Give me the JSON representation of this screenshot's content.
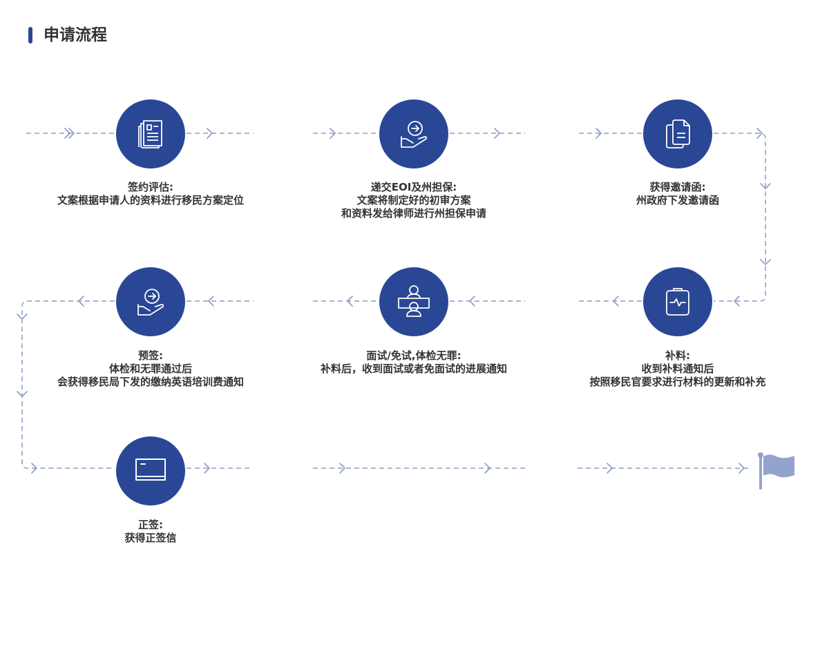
{
  "title": "申请流程",
  "colors": {
    "accent": "#2a4795",
    "line": "#8b9cc3",
    "flag": "#93a4cc",
    "text": "#333333"
  },
  "steps": [
    {
      "id": "sign",
      "icon": "document-icon",
      "title": "签约评估:",
      "lines": [
        "文案根据申请人的资料进行移民方案定位"
      ]
    },
    {
      "id": "eoi",
      "icon": "hand-arrow-icon",
      "title": "递交EOI及州担保:",
      "lines": [
        "文案将制定好的初审方案",
        "和资料发给律师进行州担保申请"
      ]
    },
    {
      "id": "invite",
      "icon": "copy-document-icon",
      "title": "获得邀请函:",
      "lines": [
        "州政府下发邀请函"
      ]
    },
    {
      "id": "supplement",
      "icon": "clipboard-pulse-icon",
      "title": "补料:",
      "lines": [
        "收到补料通知后",
        "按照移民官要求进行材料的更新和补充"
      ]
    },
    {
      "id": "interview",
      "icon": "interview-icon",
      "title": "面试/免试,体检无罪:",
      "lines": [
        "补料后，收到面试或者免面试的进展通知"
      ]
    },
    {
      "id": "presign",
      "icon": "hand-arrow-icon",
      "title": "预签:",
      "lines": [
        "体检和无罪通过后",
        "会获得移民局下发的缴纳英语培训费通知"
      ]
    },
    {
      "id": "visa",
      "icon": "card-icon",
      "title": "正签:",
      "lines": [
        "获得正签信"
      ]
    }
  ],
  "end_icon": "flag-icon"
}
